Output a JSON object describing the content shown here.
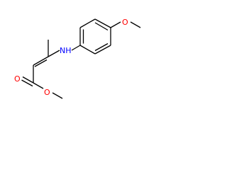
{
  "molecule": {
    "atoms": {
      "amine_n": "NH",
      "methoxy_o": "O",
      "carbonyl_o": "O",
      "ester_o": "O"
    },
    "colors": {
      "bond": "#000000",
      "nitrogen": "#0000ff",
      "oxygen": "#ff0000",
      "background": "#ffffff"
    }
  }
}
